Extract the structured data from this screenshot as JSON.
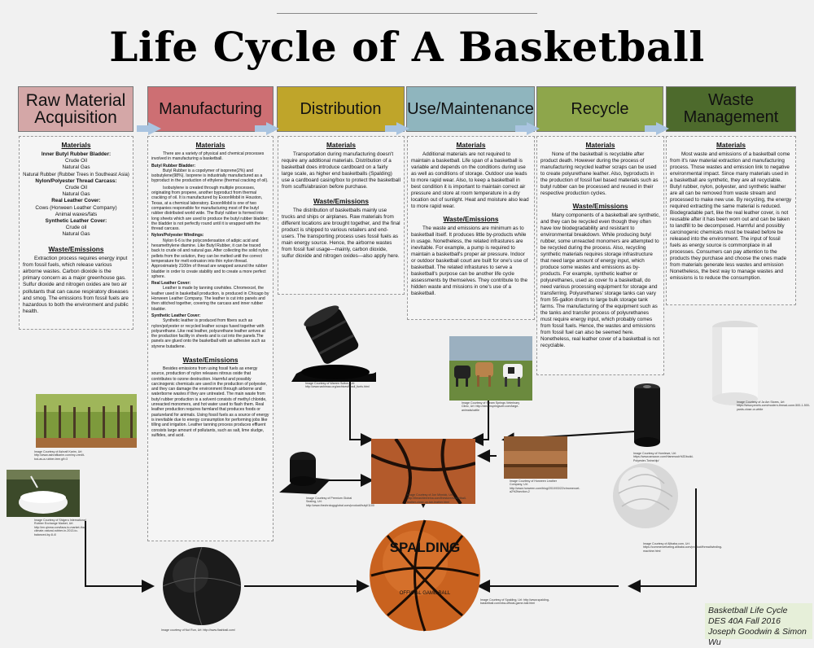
{
  "title": "Life Cycle of A Basketball",
  "headers": [
    "Raw Material Acquisition",
    "Manufacturing",
    "Distribution",
    "Use/Maintenance",
    "Recycle",
    "Waste Management"
  ],
  "colors": {
    "raw": "#d4a7a7",
    "manufacturing": "#cd6f73",
    "distribution": "#bfa52a",
    "use": "#8fb5be",
    "recycle": "#8ea64b",
    "waste": "#4d6a2c",
    "arrow": "#a9c4e0"
  },
  "raw": {
    "materials_h": "Materials",
    "lines": [
      {
        "t": "Inner Butyl Rubber Bladder:",
        "b": true
      },
      {
        "t": "Crude Oil"
      },
      {
        "t": "Natural Gas"
      },
      {
        "t": "Natural Rubber (Rubber Trees in Southeast Asia)"
      },
      {
        "t": "Nylon/Polyester Thread Carcass:",
        "b": true
      },
      {
        "t": "Crude Oil"
      },
      {
        "t": "Natural Gas"
      },
      {
        "t": "Real Leather Cover:",
        "b": true
      },
      {
        "t": "Cows (Horween Leather Company)"
      },
      {
        "t": "Animal waxes/fats"
      },
      {
        "t": "Synthetic Leather Cover:",
        "b": true
      },
      {
        "t": "Crude oil"
      },
      {
        "t": "Natural Gas"
      }
    ],
    "waste_h": "Waste/Emissions",
    "waste": "Extraction process requires energy input from fossil fuels, which release various airborne wastes. Carbon dioxide is the primary concern as a major greenhouse gas. Sulfur dioxide and nitrogen oxides are two air pollutants that can cause respiratory diseases and smog. The emissions from fossil fuels are hazardous to both the environment and public health."
  },
  "manufacturing": {
    "materials_h": "Materials",
    "intro": "There are a variety of physical and chemical processes involved in manufacturing a basketball.",
    "sections": [
      {
        "h": "Butyl Rubber Bladder:",
        "p": [
          "Butyl Rubber is a copolymer of isoprene(2%) and isobutylene(98%). Isoprene is industrially manufactured as a byproduct in the production of ethylene (thermal cracking of oil).",
          "Isobutylene is created through multiple processes, originating from propene, another byproduct from thermal cracking of oil. It is manufactured by ExxonMobil in Houston, Texas, at a chemical laboratory. ExxonMobil is one of two companies responsible for manufacturing most of the butyl rubber distributed world wide. The Butyl rubber is formed into long sheets which are used to produce the butyl rubber bladder; the bladder is not perfectly round until it is wrapped with the thread carcass."
        ]
      },
      {
        "h": "Nylon/Polyester Windings:",
        "p": [
          "Nylon 6-6 is the polycondensation of adipic acid and hexamethylene diamine. Like Butyl Rubber, it can be traced back to crude oil and natural gas. After collecting the solid nylon pellets from the solution, they can be melted until the correct temperature for melt extrusion into thin nylon thread. Approximately 2100m of thread are wrapped around the rubber bladder in order to create stability and to create a more perfect sphere."
        ]
      },
      {
        "h": "Real Leather Cover:",
        "p": [
          "Leather is made by tanning cowhides. Chromexcel, the leather used in basketball production, is produced in Chicago by Horween Leather Company. The leather is cut into panels and then stitched together, covering the carcass and inner rubber bladder."
        ]
      },
      {
        "h": "Synthetic Leather Cover:",
        "p": [
          "Synthetic leather is produced from fibers such as nylon/polyester or recycled leather scraps fused together with polyurethane. Like real leather, polyurethane leather arrives at the production facility in sheets and is cut into the panels.The panels are glued onto the basketball with an adhesive such as styrene butadiene."
        ]
      }
    ],
    "waste_h": "Waste/Emissions",
    "waste": "Besides emissions from using fossil fuels as energy source, production of nylon releases nitrous oxide that contributes to ozone destruction. Harmful and possibly carcinogenic chemicals are used in the production of polyester, and they can damage the environment through airborne and waterborne wastes if they are untreated. The main waste from butyl rubber production is a solvent consists of methyl chloride, unreacted monomers, and hot water used to flash them. Real leather production requires farmland that produces foods or pastureland for animals. Using fossil fuels as a source of energy is inevitable due to energy consumption for performing jobs like tilling and irrigation. Leather tanning process produces effluent consists large amount of pollutants, such as salt, lime sludge, sulfides, and acid."
  },
  "distribution": {
    "materials_h": "Materials",
    "materials": "Transportation during manufacturing doesn't require any additional materials. Distribution of a basketball does introduce cardboard on a fairly large scale, as higher end basketballs (Spalding) use a cardboard casing/box to protect the basketball from scuffs/abrasion before purchase.",
    "waste_h": "Waste/Emissions",
    "waste": "The distribution of basketballs mainly use trucks and ships or airplanes. Raw materials from different locations are brought together, and the final product is shipped to various retailers and end-users. The transporting process uses fossil fuels as main energy source. Hence, the airborne wastes from fossil fuel usage—mainly, carbon dioxide, sulfur dioxide and nitrogen oxides—also apply here."
  },
  "use": {
    "materials_h": "Materials",
    "materials": "Additional materials are not required to maintain a basketball. Life span of a basketball is variable and depends on the conditions during use as well as conditions of storage. Outdoor use leads to more rapid wear. Also, to keep a basketball in best condition it is important to maintain correct air pressure and store at room temperature in a dry location out of sunlight. Heat and moisture also lead to more rapid wear.",
    "waste_h": "Waste/Emissions",
    "waste": "The waste and emissions are minimum as to basketball itself. It produces little by-products while in usage. Nonetheless, the related infrastures are inevitable. For example, a pump is required to maintain a basketball's proper air pressure. Indoor or outdoor basketball court are built for one's use of basketball. The related infrastures to serve a basketball's purpose can be another life cycle assessments by themselves. They contribute to the hidden waste and missions in one's use of a basketball."
  },
  "recycle": {
    "materials_h": "Materials",
    "materials": "None of the basketball is recyclable after product death. However during the process of manufacturing recycled leather scraps can be used to create polyurethane leather. Also, byproducts in the production of fossil fuel based materials such as butyl rubber can be processed and reused in their respective production cycles.",
    "waste_h": "Waste/Emissions",
    "waste": "Many components of a basketball are synthetic, and they can be recycled even though they often have low biodegradability and resistant to environmental breakdown. While producing butyl rubber, some unreacted monomers are attempted to be recycled during the process. Also, recycling synthetic materials requires storage infrastructure that need large amount of energy input, which produce some wastes and emissions as by-products. For example, synthetic leather or polyurethanes, used as cover fo a basketball, do need various processing equipment for storage and transferring. Polyurethanes' storage tanks can vary from 55-gallon drums to large bulk storage tank farms. The manufacturing of the equipment such as the tanks and transfer process of polyurethanes must require energy input, which probably comes from fossil fuels. Hence, the wastes and emissions from fossil fuel can also be seemed here. Nonetheless, real leather cover of a basketball is not recyclable."
  },
  "waste": {
    "materials_h": "Materials",
    "materials": "Most waste and emissions of a basketball come from it's raw material extraction and manufacturing process. Those wastes and emission link to negative environmental impact. Since many materials used in a basketball are synthetic, they are all recyclable. Butyl rubber, nylon, polyester, and synthetic leather are all can be removed from waste stream and processed to make new use. By recycling, the energy required extracting the same material is reduced. Biodegradable part, like the real leather cover, is not reusable after it has been worn out and can be taken to landfill to be decomposed. Harmful and possibly carcinogenic chemicals must be treated before be released into the environment. The input of fossil fuels as energy source is commonplace in all processes. Consumers can pay attention to the products they purchase and choose the ones made from materials generate less wastes and emission Nonetheless, the best way to manage wastes and emissions is to reduce the consumption."
  },
  "captions": {
    "trees": "Image Courtesy of Ashrafi Karim, Url: http://www.ashrafikarim.com/my-credit-tod-as-a-rubber-tree.gif=3",
    "latex": "Image Courtesy of Shigeru International Rubber Exchange Market, Url: http://en.qinma.com/laos-to-market-thai-climate-natural-rubber-in-2013-to-balanced-by-8-4/",
    "oil": "Image Courtesy of Warren Sutton, Url: http://www.wshimac.org/archives/fossil_fuels.html",
    "sheet": "Image Courtesy of Premium Global Sealing, Url: http://www.thechrologyglobal.com/product/butyl/1100",
    "cows": "Image Courtesy of Steam Springs Veterinary Clinic, Url: http://steamspringsvet.com/large-animals/cattle",
    "leather_ball": "Image Courtesy of Jon Minnick, Url: http://theashleereina.com/thestore/basketball-leather-close-up-tan-leather.html",
    "leather_strap": "Image Courtesy of Horween Leather Company, Url: http://www.horween.com/blog/2010/03/22/chromexcel-a2%2fsection-2",
    "black_spool": "Image Courtesy of Homlewe, Url: https://www.amazon.com/Hammock%2Dbuild-Polyester-Twine/dp/",
    "white_spool": "Image Courtesy of Ja Am Stores, Url: https://www.pexels.com/modern-thread-cone-500-1-500-yards-close-or-white",
    "ball_black": "Image courtesy of Nut Run, Url: http://www.flashball.com/",
    "wound": "Image Courtesy of Alibaba.com, Url: https://commercefueling.alibaba.com/product/thread/winding-machine.html",
    "spalding": "Image Courtesy of Spalding, Url: http://www.spalding-basketball.com/nba-official-game-ball.html"
  },
  "ball": {
    "brand": "SPALDING",
    "label": "OFFICIAL GAME BALL"
  },
  "credit": [
    "Basketball Life Cycle",
    "DES 40A Fall 2016",
    "Joseph Goodwin & Simon Wu"
  ]
}
